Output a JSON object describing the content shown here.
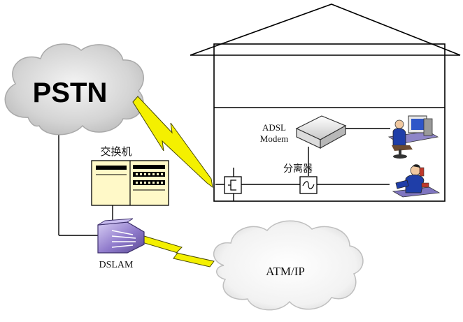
{
  "labels": {
    "pstn": "PSTN",
    "switch": "交换机",
    "adsl_line1": "ADSL",
    "adsl_line2": "Modem",
    "splitter": "分离器",
    "dslam": "DSLAM",
    "atm_ip": "ATM/IP"
  },
  "colors": {
    "cloud_fill": "#d8d8d8",
    "cloud_edge": "#b0b0b0",
    "lightning": "#f4f000",
    "line": "#000000",
    "switch_fill": "#fff9c8",
    "dslam_fill": "#9a86d0",
    "modem_fill": "#f0f0f0"
  },
  "icons": [
    "pstn-cloud",
    "atm-cloud",
    "lightning-bolt",
    "switch-cabinet",
    "dslam-unit",
    "adsl-modem",
    "splitter-box",
    "computer-user-icon",
    "phone-user-icon"
  ]
}
